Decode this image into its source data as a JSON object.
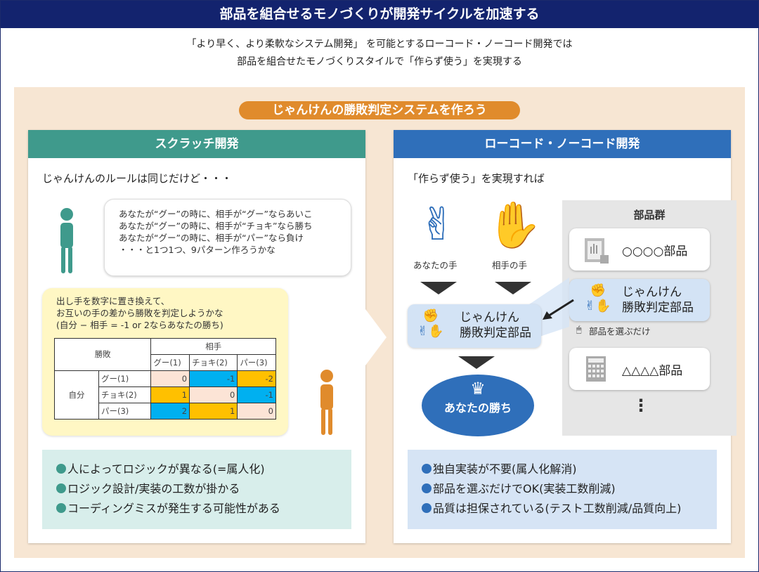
{
  "header": {
    "title": "部品を組合せるモノづくりが開発サイクルを加速する"
  },
  "subtitle": {
    "line1": "「より早く、より柔軟なシステム開発」 を可能とするローコード・ノーコード開発では",
    "line2": "部品を組合せたモノづくりスタイルで「作らず使う」を実現する"
  },
  "theme_title": "じゃんけんの勝敗判定システムを作ろう",
  "left": {
    "title": "スクラッチ開発",
    "lead": "じゃんけんのルールは同じだけど・・・",
    "bubble": [
      "あなたが“グー”の時に、相手が“グー”ならあいこ",
      "あなたが“グー”の時に、相手が“チョキ”なら勝ち",
      "あなたが“グー”の時に、相手が“パー”なら負け",
      "・・・と1つ1つ、9パターン作ろうかな"
    ],
    "idea": [
      "出し手を数字に置き換えて、",
      "お互いの手の差から勝敗を判定しようかな",
      "(自分 − 相手 = -1 or 2ならあなたの勝ち)"
    ],
    "table": {
      "corner": "勝敗",
      "col_group": "相手",
      "row_group": "自分",
      "columns": [
        "グー(1)",
        "チョキ(2)",
        "パー(3)"
      ],
      "rows": [
        {
          "label": "グー(1)",
          "values": [
            "0",
            "-1",
            "-2"
          ]
        },
        {
          "label": "チョキ(2)",
          "values": [
            "1",
            "0",
            "-1"
          ]
        },
        {
          "label": "パー(3)",
          "values": [
            "2",
            "1",
            "0"
          ]
        }
      ]
    },
    "points": [
      "人によってロジックが異なる(=属人化)",
      "ロジック設計/実装の工数が掛かる",
      "コーディングミスが発生する可能性がある"
    ]
  },
  "right": {
    "title": "ローコード・ノーコード開発",
    "lead": "「作らず使う」を実現すれば",
    "your_hand": "あなたの手",
    "opp_hand": "相手の手",
    "component": {
      "line1": "じゃんけん",
      "line2": "勝敗判定部品"
    },
    "result": "あなたの勝ち",
    "library_title": "部品群",
    "parts": [
      "○○○○部品",
      "△△△△部品"
    ],
    "select_note": "部品を選ぶだけ",
    "more": "⋮",
    "points": [
      "独自実装が不要(属人化解消)",
      "部品を選ぶだけでOK(実装工数削減)",
      "品質は担保されている(テスト工数削減/品質向上)"
    ]
  },
  "colors": {
    "header": "#13236e",
    "accent_orange": "#e08b2c",
    "teal": "#3f9a8c",
    "blue": "#2f6fba",
    "cell_zero": "#fce4d6",
    "cell_win": "#00b0f0",
    "cell_lose": "#ffc000"
  }
}
